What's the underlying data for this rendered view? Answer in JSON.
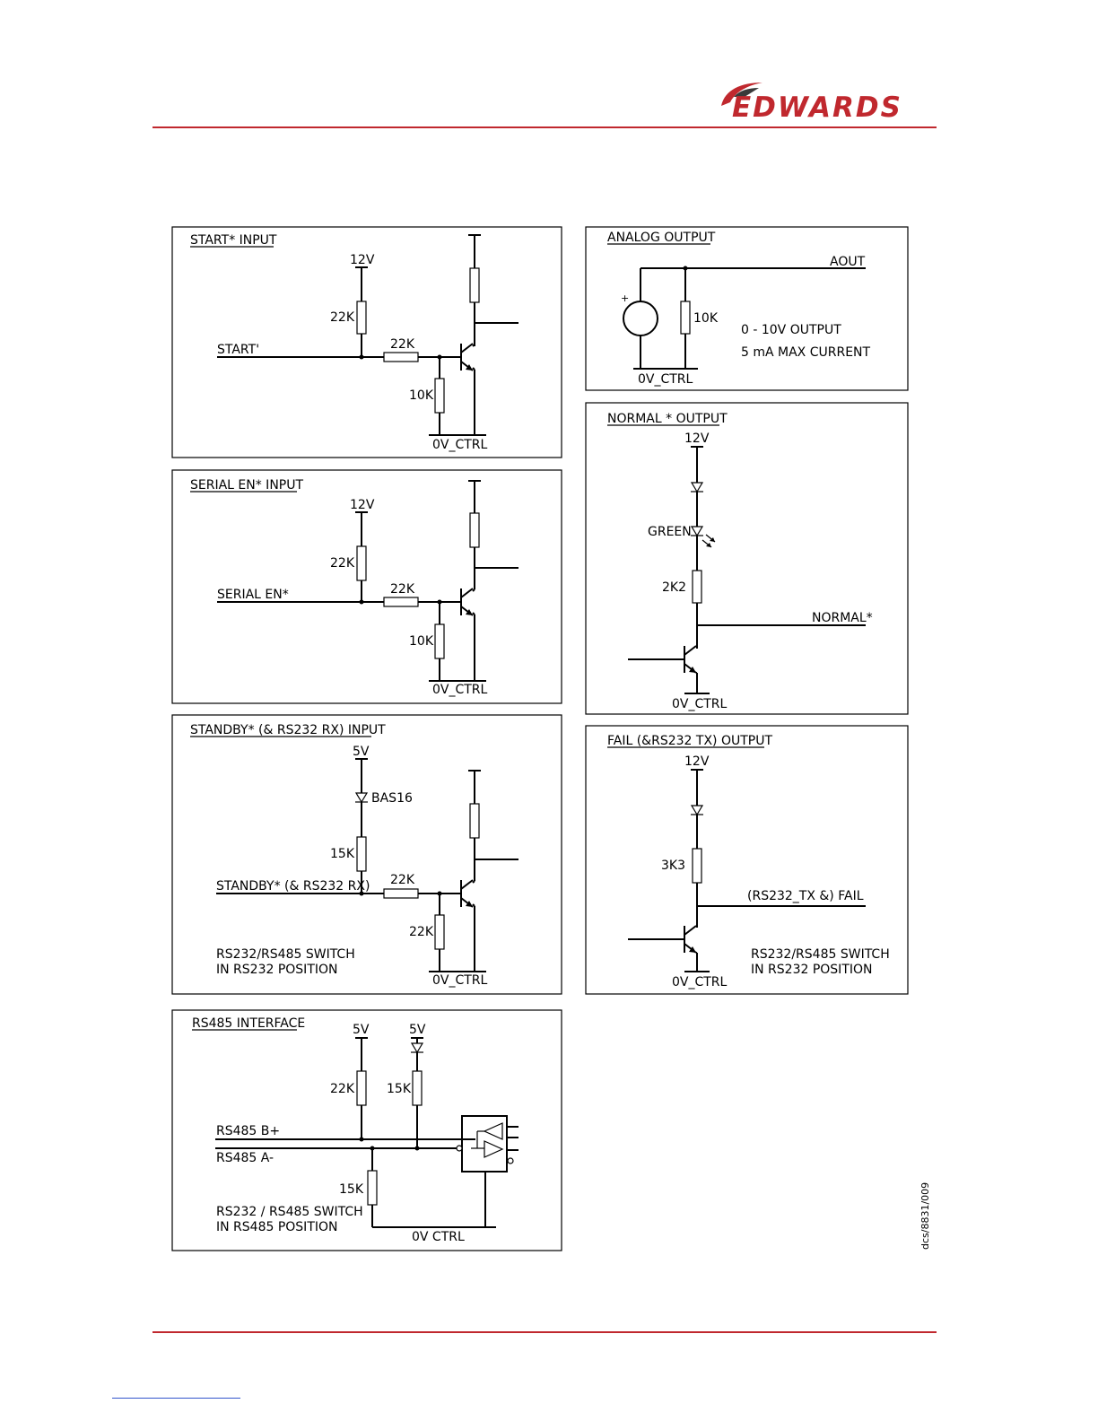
{
  "brand": {
    "logo_text": "EDWARDS",
    "color": "#c0282e"
  },
  "panels": {
    "start": {
      "title": "START* INPUT",
      "supply": "12V",
      "pullup": "22K",
      "signal": "START'",
      "base_res": "22K",
      "base_pulldown": "10K",
      "ground": "0V_CTRL"
    },
    "serial": {
      "title": "SERIAL EN* INPUT",
      "supply": "12V",
      "pullup": "22K",
      "signal": "SERIAL EN*",
      "base_res": "22K",
      "base_pulldown": "10K",
      "ground": "0V_CTRL"
    },
    "standby": {
      "title": "STANDBY* (& RS232 RX) INPUT",
      "supply": "5V",
      "diode": "BAS16",
      "pullup": "15K",
      "signal": "STANDBY* (& RS232 RX)",
      "base_res": "22K",
      "base_pulldown": "22K",
      "note1": "RS232/RS485 SWITCH",
      "note2": "IN RS232 POSITION",
      "ground": "0V_CTRL"
    },
    "rs485": {
      "title": "RS485 INTERFACE",
      "supply1": "5V",
      "supply2": "5V",
      "pullup": "22K",
      "diode_res": "15K",
      "line_b": "RS485 B+",
      "line_a": "RS485 A-",
      "pulldown": "15K",
      "note1": "RS232 / RS485 SWITCH",
      "note2": "IN RS485 POSITION",
      "ground": "0V CTRL"
    },
    "analog": {
      "title": "ANALOG OUTPUT",
      "output": "AOUT",
      "plus": "+",
      "res": "10K",
      "spec1": "0 - 10V OUTPUT",
      "spec2": "5 mA MAX CURRENT",
      "ground": "0V_CTRL"
    },
    "normal": {
      "title": "NORMAL * OUTPUT",
      "supply": "12V",
      "led": "GREEN",
      "res": "2K2",
      "output": "NORMAL*",
      "ground": "0V_CTRL"
    },
    "fail": {
      "title": "FAIL (&RS232 TX) OUTPUT",
      "supply": "12V",
      "res": "3K3",
      "output": "(RS232_TX &) FAIL",
      "note1": "RS232/RS485 SWITCH",
      "note2": "IN RS232 POSITION",
      "ground": "0V_CTRL"
    }
  },
  "drawing_ref": "dcs/8831/009"
}
